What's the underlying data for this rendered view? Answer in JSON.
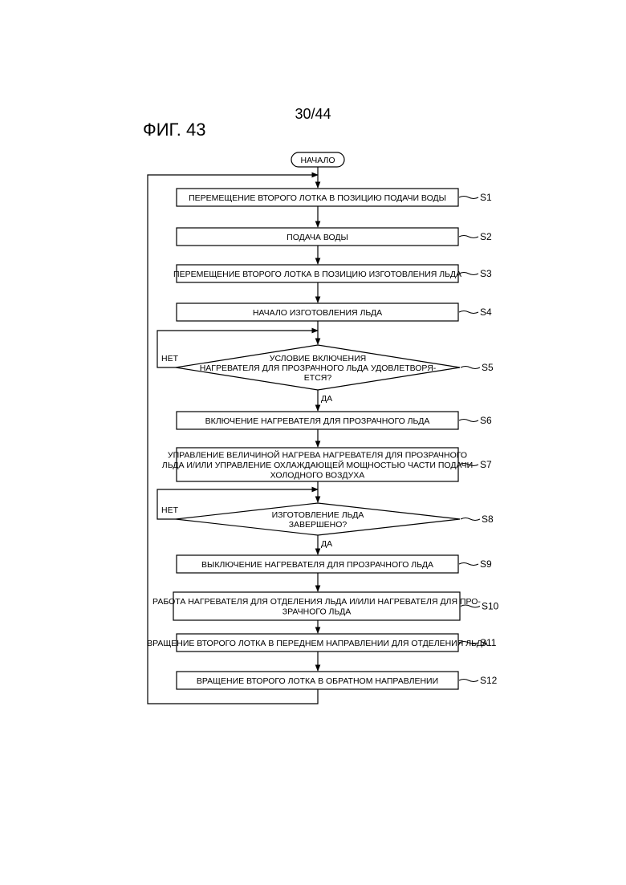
{
  "page_number": "30/44",
  "figure_label": "ФИГ. 43",
  "flow": {
    "start": "НАЧАЛО",
    "steps": [
      {
        "id": "S1",
        "lines": [
          "ПЕРЕМЕЩЕНИЕ ВТОРОГО ЛОТКА В ПОЗИЦИЮ ПОДАЧИ ВОДЫ"
        ]
      },
      {
        "id": "S2",
        "lines": [
          "ПОДАЧА ВОДЫ"
        ]
      },
      {
        "id": "S3",
        "lines": [
          "ПЕРЕМЕЩЕНИЕ ВТОРОГО ЛОТКА В ПОЗИЦИЮ ИЗГОТОВЛЕНИЯ ЛЬДА"
        ]
      },
      {
        "id": "S4",
        "lines": [
          "НАЧАЛО ИЗГОТОВЛЕНИЯ ЛЬДА"
        ]
      },
      {
        "id": "S5",
        "lines": [
          "УСЛОВИЕ ВКЛЮЧЕНИЯ",
          "НАГРЕВАТЕЛЯ ДЛЯ ПРОЗРАЧНОГО ЛЬДА УДОВЛЕТВОРЯ-",
          "ЕТСЯ?"
        ],
        "no": "НЕТ",
        "yes": "ДА"
      },
      {
        "id": "S6",
        "lines": [
          "ВКЛЮЧЕНИЕ НАГРЕВАТЕЛЯ ДЛЯ ПРОЗРАЧНОГО ЛЬДА"
        ]
      },
      {
        "id": "S7",
        "lines": [
          "УПРАВЛЕНИЕ ВЕЛИЧИНОЙ НАГРЕВА НАГРЕВАТЕЛЯ ДЛЯ ПРОЗРАЧНОГО",
          "ЛЬДА И/ИЛИ УПРАВЛЕНИЕ ОХЛАЖДАЮЩЕЙ МОЩНОСТЬЮ ЧАСТИ ПОДАЧИ",
          "ХОЛОДНОГО ВОЗДУХА"
        ]
      },
      {
        "id": "S8",
        "lines": [
          "ИЗГОТОВЛЕНИЕ ЛЬДА",
          "ЗАВЕРШЕНО?"
        ],
        "no": "НЕТ",
        "yes": "ДА"
      },
      {
        "id": "S9",
        "lines": [
          "ВЫКЛЮЧЕНИЕ НАГРЕВАТЕЛЯ ДЛЯ ПРОЗРАЧНОГО ЛЬДА"
        ]
      },
      {
        "id": "S10",
        "lines": [
          "РАБОТА НАГРЕВАТЕЛЯ ДЛЯ ОТДЕЛЕНИЯ ЛЬДА И/ИЛИ НАГРЕВАТЕЛЯ ДЛЯ ПРО-",
          "ЗРАЧНОГО ЛЬДА"
        ]
      },
      {
        "id": "S11",
        "lines": [
          "ВРАЩЕНИЕ ВТОРОГО ЛОТКА В ПЕРЕДНЕМ НАПРАВЛЕНИИ ДЛЯ ОТДЕЛЕНИЯ ЛЬДА"
        ]
      },
      {
        "id": "S12",
        "lines": [
          "ВРАЩЕНИЕ ВТОРОГО ЛОТКА В ОБРАТНОМ НАПРАВЛЕНИИ"
        ]
      }
    ]
  }
}
